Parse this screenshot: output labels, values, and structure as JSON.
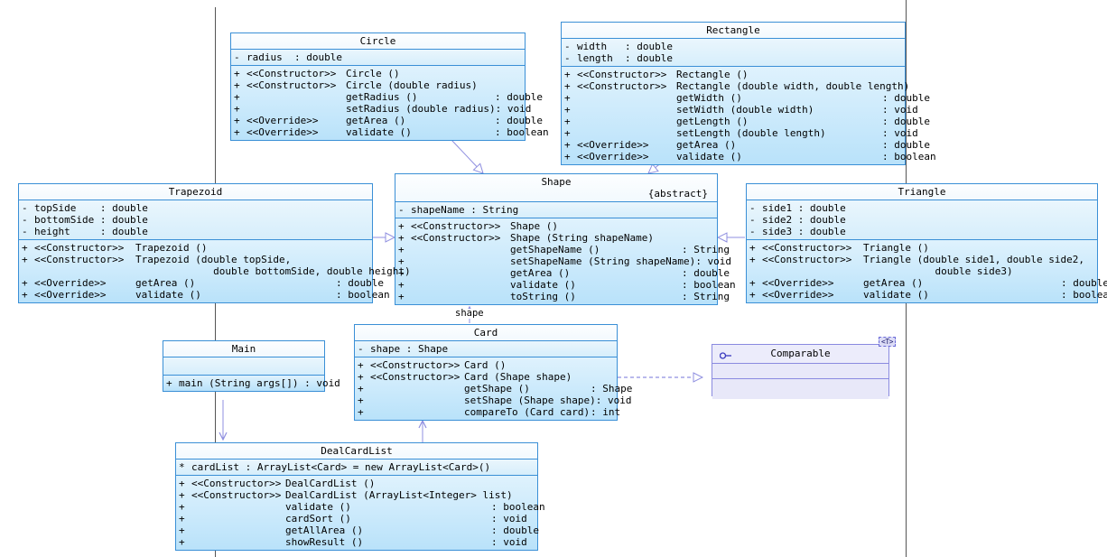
{
  "diagram": {
    "type": "uml-class-diagram",
    "title": "Shape / Card class diagram"
  },
  "colors": {
    "class_border": "#3a8fd6",
    "class_title_bg": "#f2f9fe",
    "class_attr_bg": "#d6eefb",
    "class_op_bg": "#b9e2fa",
    "interface_border": "#8a8ae0",
    "interface_bg": "#ececfa",
    "connector": "#8f8fe0",
    "frame_line": "#555555"
  },
  "classes": {
    "circle": {
      "name": "Circle",
      "attributes": [
        {
          "vis": "-",
          "sig": "radius  : double"
        }
      ],
      "operations": [
        {
          "vis": "+",
          "stereotype": "<<Constructor>>",
          "sig": "Circle ()",
          "type": ""
        },
        {
          "vis": "+",
          "stereotype": "<<Constructor>>",
          "sig": "Circle (double radius)",
          "type": ""
        },
        {
          "vis": "+",
          "stereotype": "",
          "sig": "getRadius ()",
          "type": ": double"
        },
        {
          "vis": "+",
          "stereotype": "",
          "sig": "setRadius (double radius)",
          "type": ": void"
        },
        {
          "vis": "+",
          "stereotype": "<<Override>>",
          "sig": "getArea ()",
          "type": ": double"
        },
        {
          "vis": "+",
          "stereotype": "<<Override>>",
          "sig": "validate ()",
          "type": ": boolean"
        }
      ]
    },
    "rectangle": {
      "name": "Rectangle",
      "attributes": [
        {
          "vis": "-",
          "sig": "width   : double"
        },
        {
          "vis": "-",
          "sig": "length  : double"
        }
      ],
      "operations": [
        {
          "vis": "+",
          "stereotype": "<<Constructor>>",
          "sig": "Rectangle ()",
          "type": ""
        },
        {
          "vis": "+",
          "stereotype": "<<Constructor>>",
          "sig": "Rectangle (double width, double length)",
          "type": ""
        },
        {
          "vis": "+",
          "stereotype": "",
          "sig": "getWidth ()",
          "type": ": double"
        },
        {
          "vis": "+",
          "stereotype": "",
          "sig": "setWidth (double width)",
          "type": ": void"
        },
        {
          "vis": "+",
          "stereotype": "",
          "sig": "getLength ()",
          "type": ": double"
        },
        {
          "vis": "+",
          "stereotype": "",
          "sig": "setLength (double length)",
          "type": ": void"
        },
        {
          "vis": "+",
          "stereotype": "<<Override>>",
          "sig": "getArea ()",
          "type": ": double"
        },
        {
          "vis": "+",
          "stereotype": "<<Override>>",
          "sig": "validate ()",
          "type": ": boolean"
        }
      ]
    },
    "shape": {
      "name": "Shape",
      "modifier": "{abstract}",
      "attributes": [
        {
          "vis": "-",
          "sig": "shapeName : String"
        }
      ],
      "operations": [
        {
          "vis": "+",
          "stereotype": "<<Constructor>>",
          "sig": "Shape ()",
          "type": ""
        },
        {
          "vis": "+",
          "stereotype": "<<Constructor>>",
          "sig": "Shape (String shapeName)",
          "type": ""
        },
        {
          "vis": "+",
          "stereotype": "",
          "sig": "getShapeName ()",
          "type": ": String"
        },
        {
          "vis": "+",
          "stereotype": "",
          "sig": "setShapeName (String shapeName)",
          "type": ": void"
        },
        {
          "vis": "+",
          "stereotype": "",
          "sig": "getArea ()",
          "type": ": double"
        },
        {
          "vis": "+",
          "stereotype": "",
          "sig": "validate ()",
          "type": ": boolean"
        },
        {
          "vis": "+",
          "stereotype": "",
          "sig": "toString ()",
          "type": ": String"
        }
      ]
    },
    "trapezoid": {
      "name": "Trapezoid",
      "attributes": [
        {
          "vis": "-",
          "sig": "topSide    : double"
        },
        {
          "vis": "-",
          "sig": "bottomSide : double"
        },
        {
          "vis": "-",
          "sig": "height     : double"
        }
      ],
      "operations": [
        {
          "vis": "+",
          "stereotype": "<<Constructor>>",
          "sig": "Trapezoid ()",
          "type": ""
        },
        {
          "vis": "+",
          "stereotype": "<<Constructor>>",
          "sig": "Trapezoid (double topSide,",
          "type": ""
        },
        {
          "vis": "",
          "stereotype": "",
          "sig": "             double bottomSide, double height)",
          "type": ""
        },
        {
          "vis": "+",
          "stereotype": "<<Override>>",
          "sig": "getArea ()",
          "type": ": double"
        },
        {
          "vis": "+",
          "stereotype": "<<Override>>",
          "sig": "validate ()",
          "type": ": boolean"
        }
      ]
    },
    "triangle": {
      "name": "Triangle",
      "attributes": [
        {
          "vis": "-",
          "sig": "side1 : double"
        },
        {
          "vis": "-",
          "sig": "side2 : double"
        },
        {
          "vis": "-",
          "sig": "side3 : double"
        }
      ],
      "operations": [
        {
          "vis": "+",
          "stereotype": "<<Constructor>>",
          "sig": "Triangle ()",
          "type": ""
        },
        {
          "vis": "+",
          "stereotype": "<<Constructor>>",
          "sig": "Triangle (double side1, double side2,",
          "type": ""
        },
        {
          "vis": "",
          "stereotype": "",
          "sig": "            double side3)",
          "type": ""
        },
        {
          "vis": "+",
          "stereotype": "<<Override>>",
          "sig": "getArea ()",
          "type": ": double"
        },
        {
          "vis": "+",
          "stereotype": "<<Override>>",
          "sig": "validate ()",
          "type": ": boolean"
        }
      ]
    },
    "card": {
      "name": "Card",
      "attributes": [
        {
          "vis": "-",
          "sig": "shape : Shape"
        }
      ],
      "operations": [
        {
          "vis": "+",
          "stereotype": "<<Constructor>>",
          "sig": "Card ()",
          "type": ""
        },
        {
          "vis": "+",
          "stereotype": "<<Constructor>>",
          "sig": "Card (Shape shape)",
          "type": ""
        },
        {
          "vis": "+",
          "stereotype": "",
          "sig": "getShape ()",
          "type": ": Shape"
        },
        {
          "vis": "+",
          "stereotype": "",
          "sig": "setShape (Shape shape)",
          "type": ": void"
        },
        {
          "vis": "+",
          "stereotype": "",
          "sig": "compareTo (Card card)",
          "type": ": int"
        }
      ]
    },
    "main": {
      "name": "Main",
      "attributes": [],
      "operations": [
        {
          "vis": "+",
          "stereotype": "",
          "sig": "main (String args[]) : void",
          "type": ""
        }
      ]
    },
    "dealcardlist": {
      "name": "DealCardList",
      "attributes": [
        {
          "vis": "*",
          "sig": "cardList : ArrayList<Card> = new ArrayList<Card>()"
        }
      ],
      "operations": [
        {
          "vis": "+",
          "stereotype": "<<Constructor>>",
          "sig": "DealCardList ()",
          "type": ""
        },
        {
          "vis": "+",
          "stereotype": "<<Constructor>>",
          "sig": "DealCardList (ArrayList<Integer> list)",
          "type": ""
        },
        {
          "vis": "+",
          "stereotype": "",
          "sig": "validate ()",
          "type": ": boolean"
        },
        {
          "vis": "+",
          "stereotype": "",
          "sig": "cardSort ()",
          "type": ": void"
        },
        {
          "vis": "+",
          "stereotype": "",
          "sig": "getAllArea ()",
          "type": ": double"
        },
        {
          "vis": "+",
          "stereotype": "",
          "sig": "showResult ()",
          "type": ": void"
        }
      ]
    }
  },
  "interfaces": {
    "comparable": {
      "name": "Comparable",
      "type_parameter": "<T>",
      "icon": "interface-lollipop-icon"
    }
  },
  "connectors": [
    {
      "id": "circle-shape",
      "from": "Circle",
      "to": "Shape",
      "kind": "generalization",
      "label": ""
    },
    {
      "id": "rectangle-shape",
      "from": "Rectangle",
      "to": "Shape",
      "kind": "generalization",
      "label": ""
    },
    {
      "id": "trapezoid-shape",
      "from": "Trapezoid",
      "to": "Shape",
      "kind": "generalization",
      "label": ""
    },
    {
      "id": "triangle-shape",
      "from": "Triangle",
      "to": "Shape",
      "kind": "generalization",
      "label": ""
    },
    {
      "id": "card-shape",
      "from": "Card",
      "to": "Shape",
      "kind": "association",
      "label": "shape"
    },
    {
      "id": "card-comparable",
      "from": "Card",
      "to": "Comparable",
      "kind": "realization",
      "label": ""
    },
    {
      "id": "main-dealcardlist",
      "from": "Main",
      "to": "DealCardList",
      "kind": "dependency",
      "label": ""
    },
    {
      "id": "card-dealcardlist",
      "from": "Card",
      "to": "DealCardList",
      "kind": "association",
      "label": ""
    }
  ]
}
